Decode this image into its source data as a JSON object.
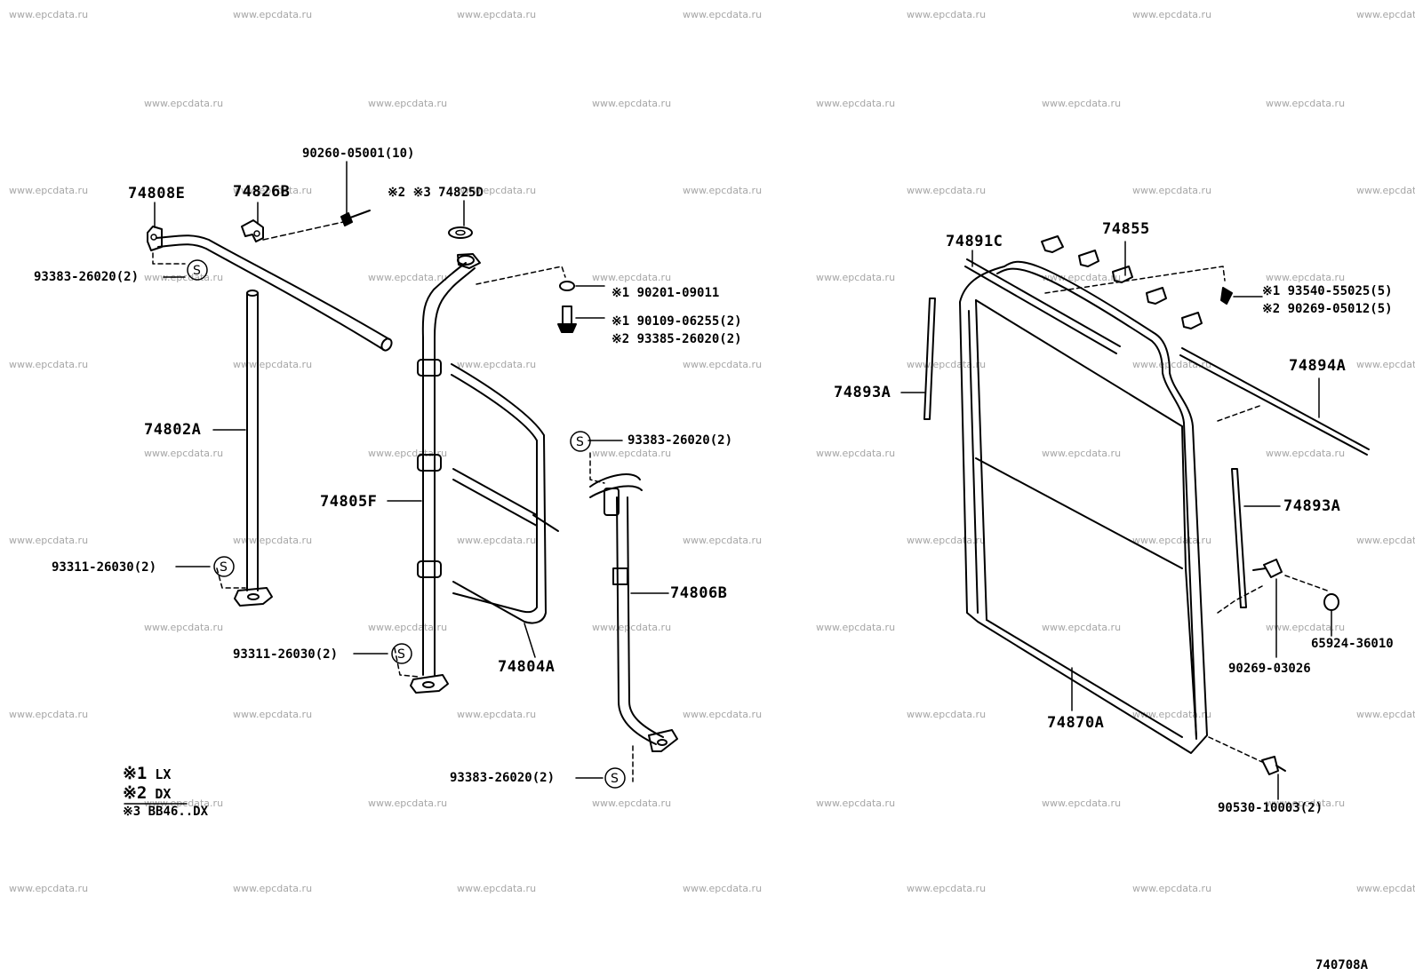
{
  "watermark": "www.epcdata.ru",
  "diagram_id": "740708A",
  "legend": [
    {
      "key": "※1",
      "value": "LX"
    },
    {
      "key": "※2",
      "value": "DX"
    },
    {
      "key": "※3",
      "value": "BB46..DX"
    }
  ],
  "parts": {
    "p74808E": "74808E",
    "p74826B": "74826B",
    "p90260": "90260-05001(10)",
    "p74825D": "※2 ※3 74825D",
    "p93383_a": "93383-26020(2)",
    "p90201": "※1 90201-09011",
    "p90109": "※1 90109-06255(2)",
    "p93385": "※2 93385-26020(2)",
    "p74802A": "74802A",
    "p93383_b": "93383-26020(2)",
    "p74805F": "74805F",
    "p93311_a": "93311-26030(2)",
    "p74806B": "74806B",
    "p93311_b": "93311-26030(2)",
    "p74804A": "74804A",
    "p93383_c": "93383-26020(2)",
    "p74891C": "74891C",
    "p74855": "74855",
    "p93540": "※1 93540-55025(5)",
    "p90269_05012": "※2 90269-05012(5)",
    "p74894A": "74894A",
    "p74893A_l": "74893A",
    "p74893A_r": "74893A",
    "p65924": "65924-36010",
    "p90269_03026": "90269-03026",
    "p74870A": "74870A",
    "p90530": "90530-10003(2)"
  }
}
